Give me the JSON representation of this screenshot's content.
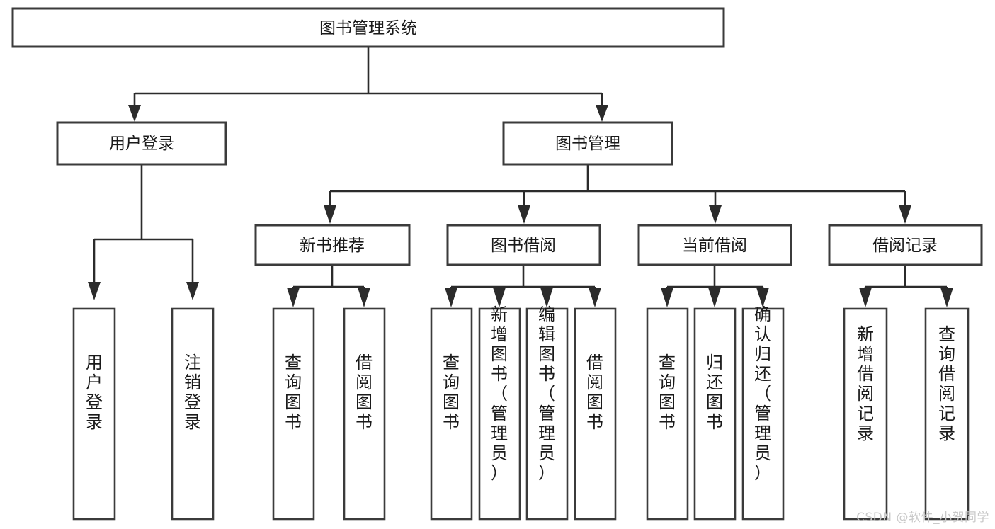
{
  "diagram": {
    "title": "图书管理系统",
    "type": "hierarchical-tree",
    "watermark": "CSDN @软件_小贺同学",
    "root": {
      "id": "root",
      "label": "图书管理系统"
    },
    "level2": [
      {
        "id": "user-login",
        "label": "用户登录"
      },
      {
        "id": "book-management",
        "label": "图书管理"
      }
    ],
    "level3": [
      {
        "id": "new-book-recommend",
        "label": "新书推荐",
        "parent": "book-management"
      },
      {
        "id": "book-borrow",
        "label": "图书借阅",
        "parent": "book-management"
      },
      {
        "id": "current-borrow",
        "label": "当前借阅",
        "parent": "book-management"
      },
      {
        "id": "borrow-record",
        "label": "借阅记录",
        "parent": "book-management"
      }
    ],
    "leaves": [
      {
        "id": "leaf-user-login",
        "label": "用户登录",
        "parent": "user-login"
      },
      {
        "id": "leaf-logout-login",
        "label": "注销登录",
        "parent": "user-login"
      },
      {
        "id": "leaf-query-book-1",
        "label": "查询图书",
        "parent": "new-book-recommend"
      },
      {
        "id": "leaf-borrow-book-1",
        "label": "借阅图书",
        "parent": "new-book-recommend"
      },
      {
        "id": "leaf-query-book-2",
        "label": "查询图书",
        "parent": "book-borrow"
      },
      {
        "id": "leaf-add-book",
        "label": "新增图书（管理员）",
        "parent": "book-borrow"
      },
      {
        "id": "leaf-edit-book",
        "label": "编辑图书（管理员）",
        "parent": "book-borrow"
      },
      {
        "id": "leaf-borrow-book-2",
        "label": "借阅图书",
        "parent": "book-borrow"
      },
      {
        "id": "leaf-query-book-3",
        "label": "查询图书",
        "parent": "current-borrow"
      },
      {
        "id": "leaf-return-book",
        "label": "归还图书",
        "parent": "current-borrow"
      },
      {
        "id": "leaf-confirm-return",
        "label": "确认归还（管理员）",
        "parent": "current-borrow"
      },
      {
        "id": "leaf-add-record",
        "label": "新增借阅记录",
        "parent": "borrow-record"
      },
      {
        "id": "leaf-query-record",
        "label": "查询借阅记录",
        "parent": "borrow-record"
      }
    ],
    "colors": {
      "background": "#ffffff",
      "box_fill": "#ffffff",
      "box_stroke": "#3b3b3b",
      "connector": "#2b2b2b",
      "text": "#1a1a1a",
      "watermark": "#c9c9c9"
    }
  }
}
